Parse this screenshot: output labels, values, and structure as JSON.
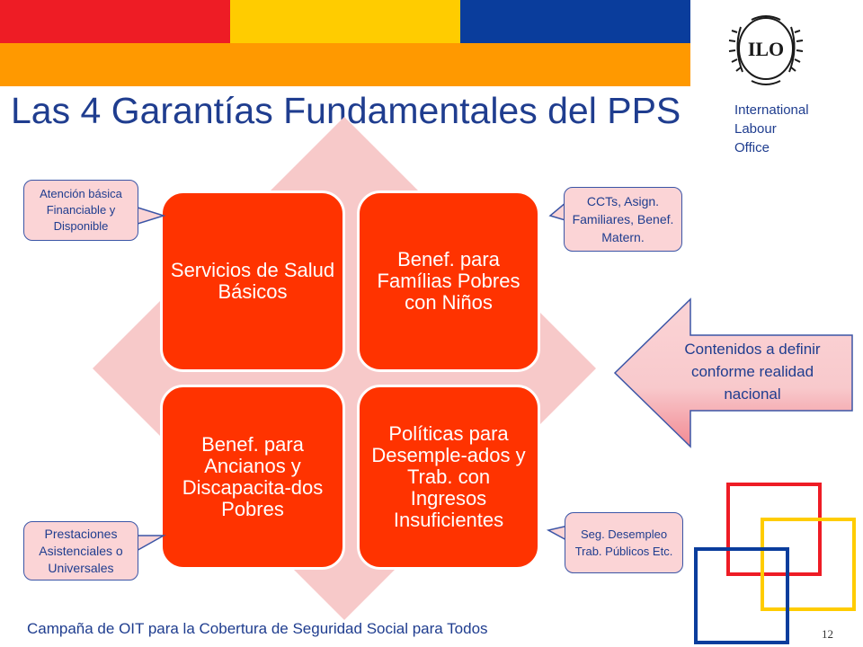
{
  "header": {
    "title": "Las 4 Garantías Fundamentales del PPS",
    "org_line1": "International",
    "org_line2": "Labour",
    "org_line3": "Office",
    "logo_text": "ILO"
  },
  "colors": {
    "red": "#ee1c25",
    "yellow": "#ffcc00",
    "blue": "#0a3d9c",
    "orange": "#ff9900",
    "box": "#ff3300",
    "diamond": "#f7c9c9",
    "callout": "#fbd4d6"
  },
  "quadrants": {
    "top_left": "Servicios de Salud Básicos",
    "top_right": "Benef. para Famílias Pobres con Niños",
    "bottom_left": "Benef. para Ancianos y Discapacita-dos Pobres",
    "bottom_right": "Políticas para Desemple-ados y Trab. con Ingresos Insuficientes"
  },
  "callouts": {
    "top_left": "Atención básica Financiable y Disponible",
    "top_right": "CCTs, Asign. Familiares, Benef. Matern.",
    "bottom_left": "Prestaciones Asistenciales o Universales",
    "bottom_right": "Seg. Desempleo Trab. Públicos Etc.",
    "arrow": "Contenidos a definir conforme realidad nacional"
  },
  "footer": {
    "text": "Campaña de OIT para la Cobertura de Seguridad Social para Todos",
    "page": "12"
  }
}
